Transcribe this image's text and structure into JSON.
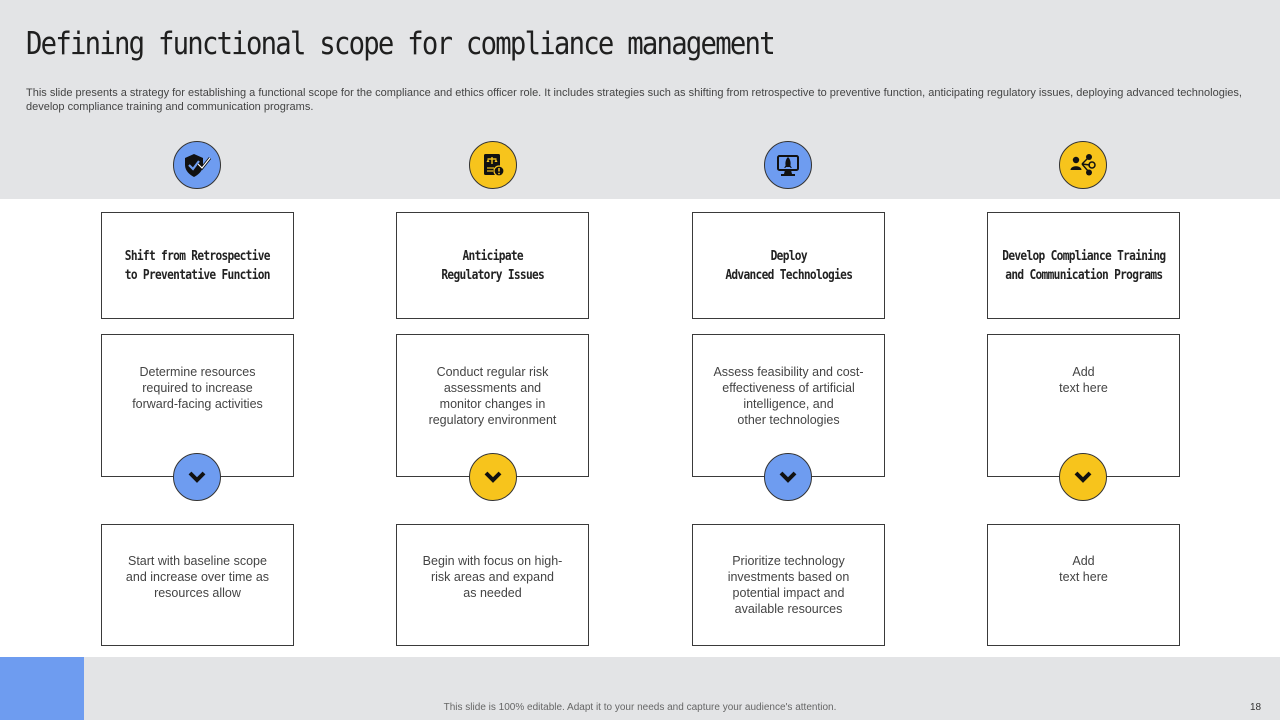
{
  "slide": {
    "title": "Defining functional scope for compliance management",
    "description": "This slide presents a strategy for establishing a functional scope for the compliance and ethics officer role. It includes strategies such as shifting from retrospective to preventive function, anticipating regulatory issues, deploying advanced technologies, develop compliance training and communication programs."
  },
  "columns": [
    {
      "icon": "shield-check-icon",
      "color": "#6e9cf0",
      "heading": "Shift from Retrospective\nto Preventative Function",
      "detail": "Determine resources\nrequired to increase\nforward-facing  activities",
      "outcome": "Start with baseline scope\nand increase over time as\nresources allow"
    },
    {
      "icon": "legal-document-icon",
      "color": "#f7c41c",
      "heading": "Anticipate\nRegulatory Issues",
      "detail": "Conduct regular risk\nassessments and\nmonitor changes in\nregulatory environment",
      "outcome": "Begin with focus on high-\nrisk areas and expand\nas needed"
    },
    {
      "icon": "rocket-monitor-icon",
      "color": "#6e9cf0",
      "heading": "Deploy\nAdvanced Technologies",
      "detail": "Assess feasibility and cost-\neffectiveness  of artificial\nintelligence, and\nother technologies",
      "outcome": "Prioritize technology\ninvestments based on\npotential impact and\navailable  resources"
    },
    {
      "icon": "team-network-icon",
      "color": "#f7c41c",
      "heading": "Develop Compliance Training\nand Communication Programs",
      "detail": "Add\ntext here",
      "outcome": "Add\ntext here"
    }
  ],
  "footer": {
    "note": "This slide is 100% editable.  Adapt it to your needs and capture your audience's attention.",
    "page": "18"
  }
}
